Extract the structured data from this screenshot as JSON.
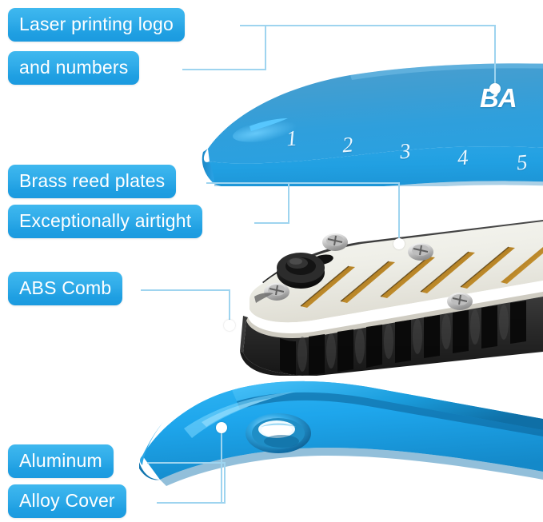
{
  "image": {
    "subject": "harmonica-product-annotation",
    "background_color": "#ffffff",
    "label_accent": "#2ba9e7",
    "connector_color": "#9ed4ef",
    "label_text_color": "#ffffff"
  },
  "callouts": [
    {
      "id": "laser-printing-logo",
      "label": "Laser printing logo"
    },
    {
      "id": "and-numbers",
      "label": "and numbers"
    },
    {
      "id": "brass-reed-plates",
      "label": "Brass reed plates"
    },
    {
      "id": "exceptionally-airtight",
      "label": "Exceptionally airtight"
    },
    {
      "id": "abs-comb",
      "label": "ABS Comb"
    },
    {
      "id": "aluminum",
      "label": "Aluminum"
    },
    {
      "id": "alloy-cover",
      "label": "Alloy Cover"
    }
  ],
  "product": {
    "hole_numbers": [
      "1",
      "2",
      "3",
      "4",
      "5"
    ],
    "brand_mark": "BA",
    "top_cover_color": "#1f9fe2",
    "bottom_cover_color": "#1aa3e8",
    "comb_color": "#262626",
    "reed_plate_color": "#efefe9",
    "brass_color": "#a8761f"
  }
}
